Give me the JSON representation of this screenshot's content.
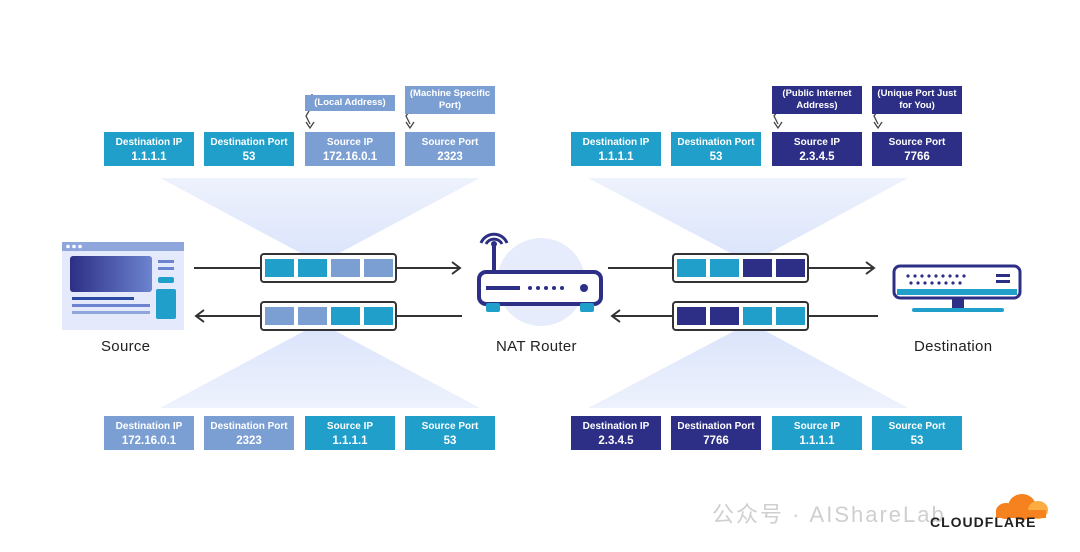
{
  "colors": {
    "teal": "#1f9fc9",
    "light_blue": "#7c9fd3",
    "navy": "#2d2f86",
    "fan": "#dfe6fb",
    "orange": "#f6821f"
  },
  "icons": {
    "source": "browser-window-icon",
    "router": "wifi-router-icon",
    "destination": "server-icon",
    "brand": "cloud-icon"
  },
  "labels": {
    "source": "Source",
    "router": "NAT Router",
    "destination": "Destination"
  },
  "left_top": [
    {
      "title": "Destination IP",
      "value": "1.1.1.1"
    },
    {
      "title": "Destination Port",
      "value": "53"
    },
    {
      "title": "Source IP",
      "value": "172.16.0.1"
    },
    {
      "title": "Source Port",
      "value": "2323"
    }
  ],
  "left_bottom": [
    {
      "title": "Destination IP",
      "value": "172.16.0.1"
    },
    {
      "title": "Destination Port",
      "value": "2323"
    },
    {
      "title": "Source IP",
      "value": "1.1.1.1"
    },
    {
      "title": "Source Port",
      "value": "53"
    }
  ],
  "right_top": [
    {
      "title": "Destination IP",
      "value": "1.1.1.1"
    },
    {
      "title": "Destination Port",
      "value": "53"
    },
    {
      "title": "Source IP",
      "value": "2.3.4.5"
    },
    {
      "title": "Source Port",
      "value": "7766"
    }
  ],
  "right_bottom": [
    {
      "title": "Destination IP",
      "value": "2.3.4.5"
    },
    {
      "title": "Destination Port",
      "value": "7766"
    },
    {
      "title": "Source IP",
      "value": "1.1.1.1"
    },
    {
      "title": "Source Port",
      "value": "53"
    }
  ],
  "notes": {
    "local_address": "(Local Address)",
    "machine_port": "(Machine Specific Port)",
    "public_address": "(Public Internet Address)",
    "unique_port": "(Unique Port Just for You)"
  },
  "brand": "CLOUDFLARE",
  "watermark": "公众号 · AIShareLab"
}
